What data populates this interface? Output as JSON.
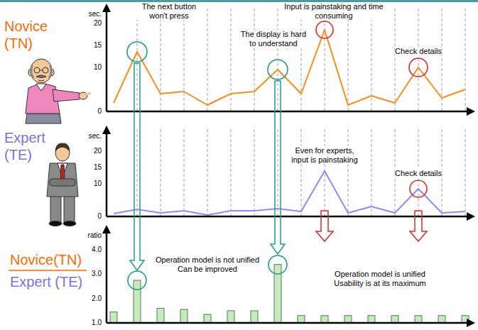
{
  "diagram": {
    "labels": [
      "Novice",
      "(TN)",
      "sec.",
      "20",
      "15",
      "10",
      "0",
      "The next button won't press",
      "The display is hard to understand",
      "Input is painstaking and time consuming",
      "Check details",
      "Expert",
      "(TE)",
      "sec.",
      "20",
      "15",
      "10",
      "0",
      "Even for experts, input is painstaking",
      "Check details",
      "Novice(TN)",
      "Expert (TE)",
      "ratio",
      "4.0",
      "3.0",
      "2.0",
      "1.0",
      "Operation model is not unified Can be improved",
      "Operation model is unified Usability is at its maximum"
    ]
  }
}
